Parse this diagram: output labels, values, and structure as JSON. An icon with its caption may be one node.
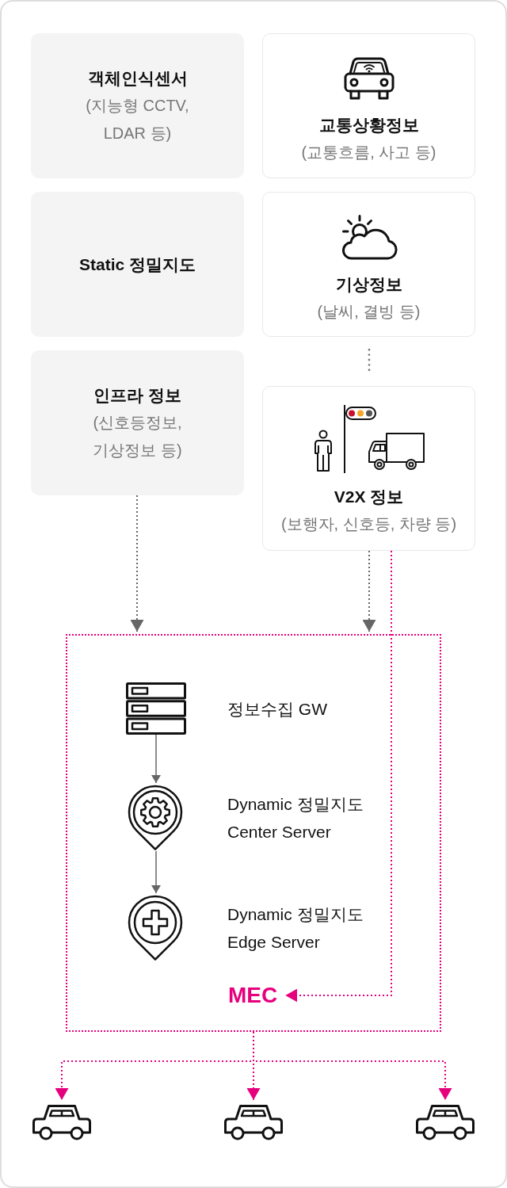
{
  "diagram": {
    "nodes": [
      {
        "text": [
          "객체인식센서",
          "(지능형 CCTV, LDAR 등)"
        ]
      },
      {
        "text": [
          "교통상황정보",
          "(교통흐름, 사고 등)"
        ]
      },
      {
        "text": [
          "Static 정밀지도"
        ]
      },
      {
        "text": [
          "기상정보",
          "(날씨, 결빙 등)"
        ]
      },
      {
        "text": [
          "인프라 정보",
          "(신호등정보, 기상정보 등)"
        ]
      },
      {
        "text": [
          "V2X 정보",
          "(보행자, 신호등, 차량 등)"
        ]
      },
      {
        "text": [],
        "shape": "box"
      },
      {
        "text": [],
        "shape": "picture",
        "beside": [
          "정보수집 GW"
        ],
        "in": 6
      },
      {
        "text": [],
        "shape": "picture",
        "beside": [
          "Dynamic 정밀지도 Center Server"
        ],
        "in": 6
      },
      {
        "text": [],
        "shape": "picture",
        "beside": [
          "Dynamic 정밀지도 Edge Server"
        ],
        "in": 6
      },
      {
        "text": [
          "MEC"
        ],
        "in": 6
      },
      {
        "text": [],
        "shape": "picture"
      },
      {
        "text": [],
        "shape": "picture"
      },
      {
        "text": [],
        "shape": "picture"
      }
    ],
    "edges": [
      {
        "from": 4,
        "to": 6,
        "arrow": "to",
        "style": "dashed",
        "color": "#666666"
      },
      {
        "from": 5,
        "to": 6,
        "arrow": "to",
        "style": "dashed",
        "color": "#666666"
      },
      {
        "from": 5,
        "to": 10,
        "arrow": "to",
        "style": "dashed",
        "color": "#e6007e"
      },
      {
        "from": 6,
        "to": 11,
        "arrow": "to",
        "style": "dashed",
        "color": "#e6007e"
      },
      {
        "from": 6,
        "to": 12,
        "arrow": "to",
        "style": "dashed",
        "color": "#e6007e"
      },
      {
        "from": 6,
        "to": 13,
        "arrow": "to",
        "style": "dashed",
        "color": "#e6007e"
      },
      {
        "from": 7,
        "to": 8,
        "arrow": "to",
        "color": "#666666"
      },
      {
        "from": 8,
        "to": 9,
        "arrow": "to",
        "color": "#666666"
      }
    ]
  }
}
